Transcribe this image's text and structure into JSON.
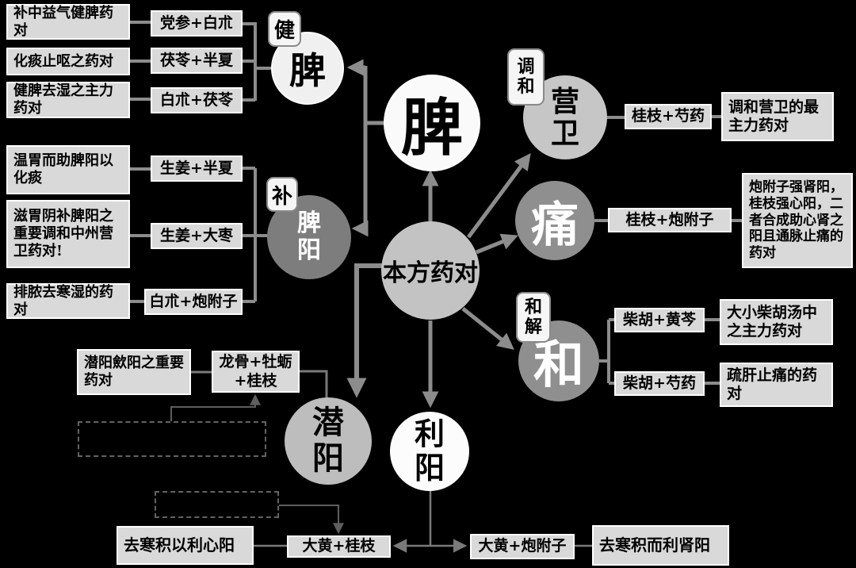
{
  "colors": {
    "background": "#000000",
    "box_fill": "#d9d9d9",
    "box_border": "#ffffff",
    "connector": "#8c8c8c",
    "circle_white": "#fafafa",
    "circle_light_gray": "#c3c3c3",
    "circle_mid_gray": "#8f8f8f",
    "circle_dark_gray": "#7d7d7d",
    "text_dark": "#000000",
    "text_light": "#ffffff"
  },
  "center": {
    "label": "本方药对",
    "spleen": "脾"
  },
  "branches": {
    "jianpi": {
      "tag": "健",
      "circle": "脾",
      "rows": [
        {
          "desc": "补中益气健脾药对",
          "pair": "党参+白朮"
        },
        {
          "desc": "化痰止呕之药对",
          "pair": "茯苓+半夏"
        },
        {
          "desc": "健脾去湿之主力药对",
          "pair": "白朮+茯苓"
        }
      ]
    },
    "bupiyang": {
      "tag": "补",
      "circle": "脾阳",
      "rows": [
        {
          "desc": "温胃而助脾阳以化痰",
          "pair": "生姜+半夏"
        },
        {
          "desc": "滋胃阴补脾阳之重要调和中州营卫药对!",
          "pair": "生姜+大枣"
        },
        {
          "desc": "排脓去寒湿的药对",
          "pair": "白朮+炮附子"
        }
      ]
    },
    "tiaohe": {
      "tag": "调和",
      "circle": "营卫",
      "pair": "桂枝+芍药",
      "desc": "调和营卫的最主力药对"
    },
    "tong": {
      "circle": "痛",
      "pair": "桂枝+炮附子",
      "desc": "炮附子强肾阳，桂枝强心阳，二者合成助心肾之阳且通脉止痛的药对"
    },
    "hejie": {
      "tag": "和解",
      "circle": "和",
      "rows": [
        {
          "pair": "柴胡+黄芩",
          "desc": "大小柴胡汤中之主力药对"
        },
        {
          "pair": "柴胡+芍药",
          "desc": "疏肝止痛的药对"
        }
      ]
    },
    "qianyang": {
      "circle": "潜阳",
      "desc": "潜阳歛阳之重要药对",
      "pair": "龙骨+牡蛎+桂枝"
    },
    "liyang": {
      "circle": "利阳",
      "left": {
        "desc": "去寒积以利心阳",
        "pair": "大黄+桂枝"
      },
      "right": {
        "pair": "大黄+炮附子",
        "desc": "去寒积而利肾阳"
      }
    }
  }
}
